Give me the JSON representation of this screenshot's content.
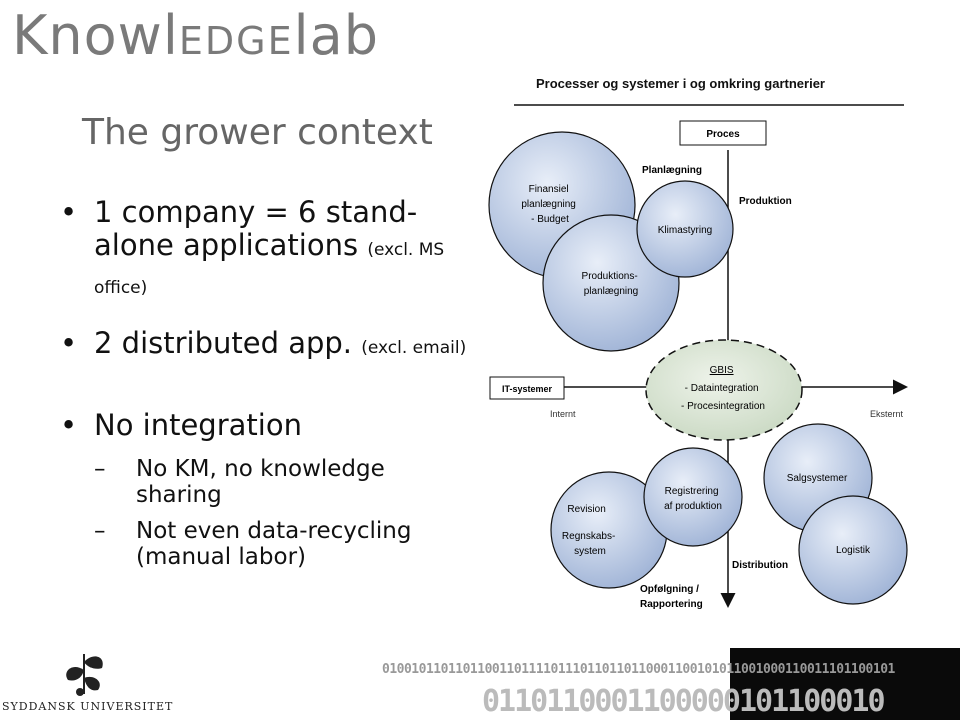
{
  "logo": {
    "part1": "Know",
    "part2": "l",
    "part3": "EDGE",
    "part4": "l",
    "part5": "ab"
  },
  "slide": {
    "title": "The grower context",
    "bullets": [
      {
        "text": "1 company = 6 stand-alone applications ",
        "note": "(excl. MS office)"
      },
      {
        "text": "2 distributed app. ",
        "note": "(excl. email)"
      },
      {
        "text": "No integration",
        "note": ""
      }
    ],
    "subbullets": [
      "No KM, no knowledge sharing",
      "Not even data-recycling (manual labor)"
    ]
  },
  "diagram": {
    "title": "Processer og systemer i og omkring gartnerier",
    "proces_label": "Proces",
    "planlaegning": "Planlægning",
    "produktion": "Produktion",
    "it_systemer": "IT-systemer",
    "internt": "Internt",
    "eksternt": "Eksternt",
    "distribution": "Distribution",
    "opfoelgning_1": "Opfølgning /",
    "opfoelgning_2": "Rapportering",
    "finansiel_1": "Finansiel",
    "finansiel_2": "planlægning",
    "finansiel_3": "- Budget",
    "klimastyring": "Klimastyring",
    "produktions_1": "Produktions-",
    "produktions_2": "planlægning",
    "gbis_title": "GBIS",
    "gbis_1": "- Dataintegration",
    "gbis_2": "- Procesintegration",
    "revision": "Revision",
    "regnskabs_1": "Regnskabs-",
    "regnskabs_2": "system",
    "registrering_1": "Registrering",
    "registrering_2": "af produktion",
    "salgsystemer": "Salgsystemer",
    "logistik": "Logistik"
  },
  "footer": {
    "university": "SYDDANSK UNIVERSITET",
    "binary_line1": "0100101101101100110111101110110110110001100101011001000110011101100101",
    "binary_line2": "0110110001100000101100010"
  },
  "colors": {
    "circle_fill": "#b8c8e2",
    "circle_stroke": "#1a1a1a",
    "gbis_fill": "#d9e4d2"
  }
}
